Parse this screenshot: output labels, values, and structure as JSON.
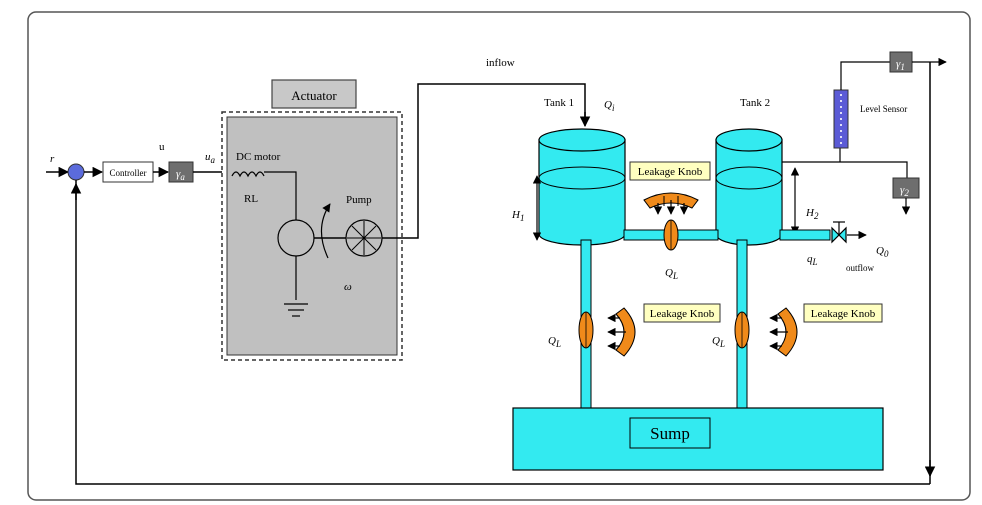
{
  "colors": {
    "water": "#33eaf0",
    "water_dark": "#1fb8c4",
    "actuator_fill": "#c0c0c0",
    "knob": "#f08a1a",
    "label_box": "#ffffc0",
    "sensor": "#5b5bd6",
    "summing_node": "#5b6bdc",
    "gain_box": "#6e6e6e"
  },
  "signals": {
    "r": "r",
    "u": "u",
    "ua": "u",
    "ua_sub": "a",
    "inflow": "inflow",
    "omega": "ω",
    "outflow": "outflow"
  },
  "blocks": {
    "controller": "Controller",
    "gain_a": "γ",
    "gain_a_sub": "a",
    "gain_1": "γ",
    "gain_1_sub": "1",
    "gain_2": "γ",
    "gain_2_sub": "2"
  },
  "actuator": {
    "title": "Actuator",
    "dc_motor": "DC motor",
    "rl": "RL",
    "pump": "Pump"
  },
  "tanks": {
    "tank1": "Tank 1",
    "tank2": "Tank 2",
    "qi": "Q",
    "qi_sub": "i",
    "h1": "H",
    "h1_sub": "1",
    "h2": "H",
    "h2_sub": "2",
    "qo": "Q",
    "qo_sub": "0",
    "ql_lower": "q",
    "ql_lower_sub": "L",
    "ql_a": "Q",
    "ql_a_sub": "L",
    "ql_b": "Q",
    "ql_b_sub": "L",
    "ql_c": "Q",
    "ql_c_sub": "L"
  },
  "labels": {
    "level_sensor": "Level Sensor",
    "leakage_knob_1": "Leakage Knob",
    "leakage_knob_2": "Leakage Knob",
    "leakage_knob_3": "Leakage Knob",
    "sump": "Sump"
  }
}
